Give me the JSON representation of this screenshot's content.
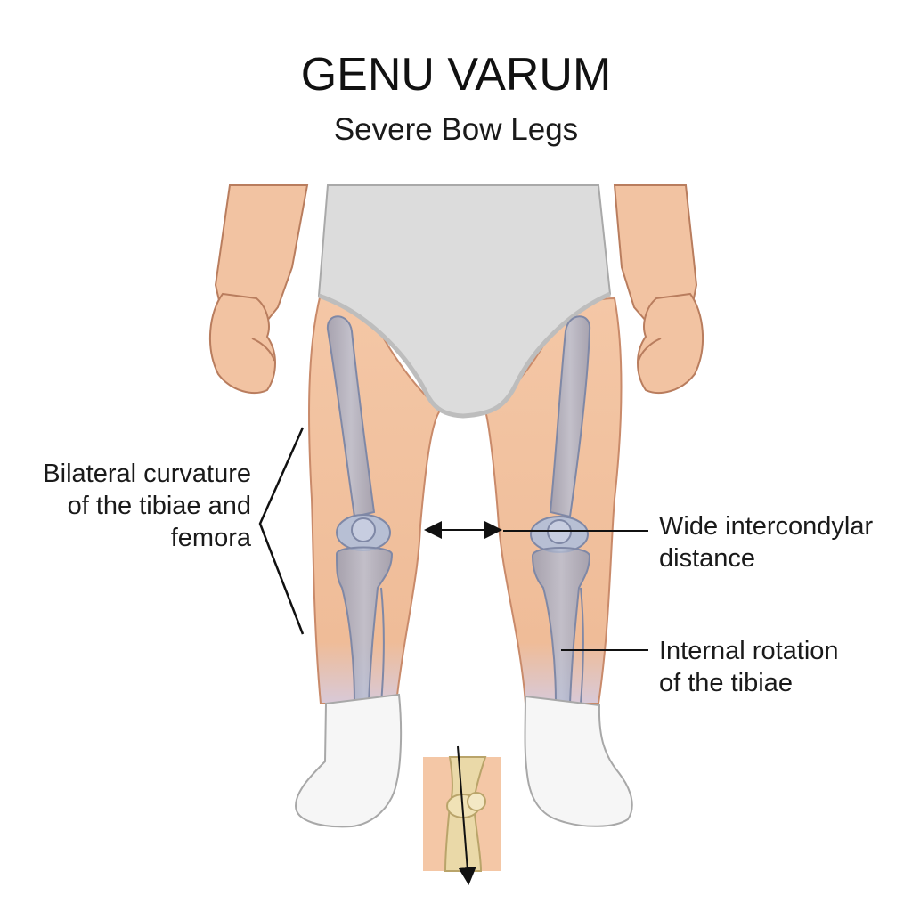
{
  "title": "GENU VARUM",
  "subtitle": "Severe Bow Legs",
  "annotations": {
    "curvature": [
      "Bilateral curvature",
      "of the tibiae and",
      "femora"
    ],
    "intercondylar": [
      "Wide intercondylar",
      "distance"
    ],
    "rotation": [
      "Internal rotation",
      "of the tibiae"
    ]
  },
  "colors": {
    "skin": "#f2c3a2",
    "skin_outline": "#c98a6a",
    "diaper": "#d9d9d9",
    "bone": "#9aa3bb",
    "sock": "#f7f7f7",
    "inset_bone": "#e8dcb0"
  }
}
